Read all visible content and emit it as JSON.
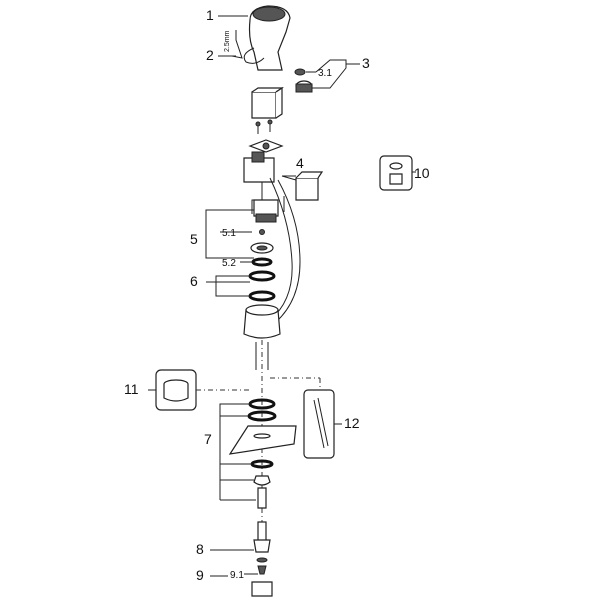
{
  "labels": {
    "p1": "1",
    "p2": "2",
    "p3": "3",
    "p31": "3.1",
    "p4": "4",
    "p5": "5",
    "p51": "5.1",
    "p52": "5.2",
    "p6": "6",
    "p7": "7",
    "p8": "8",
    "p9": "9",
    "p91": "9.1",
    "p10": "10",
    "p11": "11",
    "p12": "12",
    "hex": "2.5mm"
  }
}
